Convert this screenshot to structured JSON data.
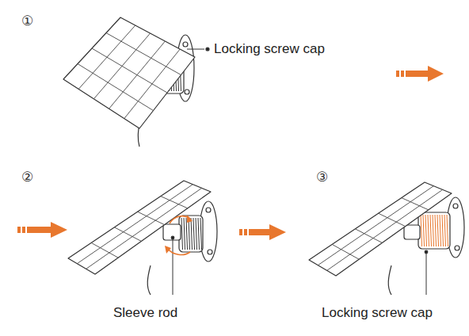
{
  "diagram": {
    "labels": [
      "①",
      "Locking screw cap",
      "②",
      "Sleeve rod",
      "③",
      "Locking screw cap"
    ]
  }
}
